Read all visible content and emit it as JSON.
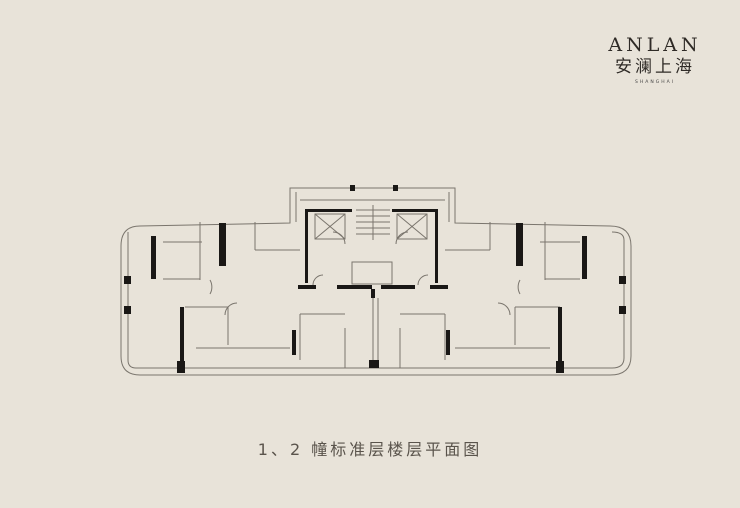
{
  "logo": {
    "en": "ANLAN",
    "cn": "安澜上海",
    "sub": "SHANGHAI"
  },
  "caption": "1、2 幢标准层楼层平面图"
}
